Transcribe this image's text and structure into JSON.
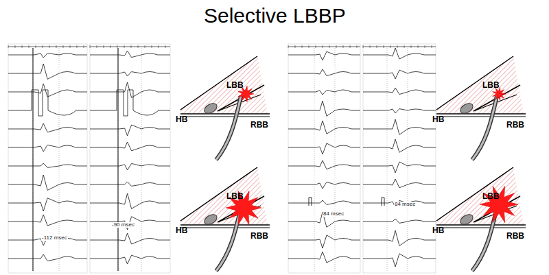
{
  "diagram": {
    "title": "Selective LBBP",
    "labels": [
      "-112 msec",
      "-90 msec",
      "84 msec",
      "84 msec",
      "LBB",
      "HB",
      "RBB",
      "LBB",
      "HB",
      "RBB",
      "LBB",
      "HB",
      "RBB",
      "LBB",
      "HB",
      "RBB"
    ]
  }
}
